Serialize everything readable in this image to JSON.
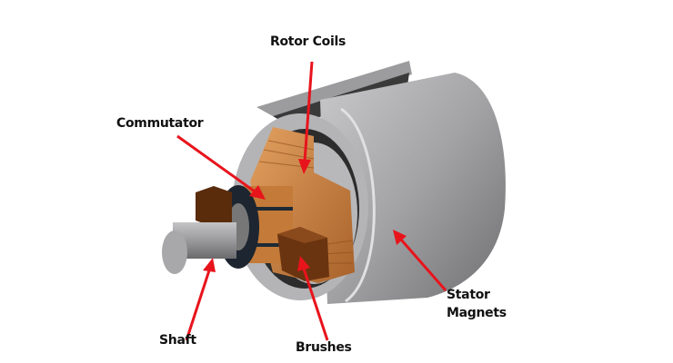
{
  "diagram": {
    "labels": {
      "rotor_coils": "Rotor Coils",
      "commutator": "Commutator",
      "stator_line1": "Stator",
      "stator_line2": "Magnets",
      "shaft": "Shaft",
      "brushes": "Brushes"
    },
    "colors": {
      "arrow": "#e8141c",
      "copper": "#c8803c",
      "brush": "#6a3410",
      "steel": "#9a9a9c"
    }
  }
}
